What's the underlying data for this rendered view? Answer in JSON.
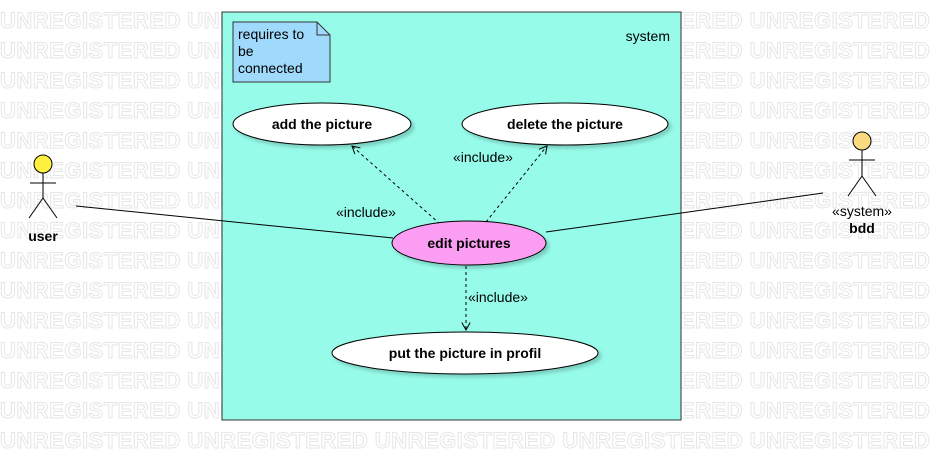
{
  "watermark": "UNREGISTERED UNREGISTERED UNREGISTERED UNREGISTERED UNREGISTERED",
  "system": {
    "label": "system",
    "fill": "#96fbe9"
  },
  "note": {
    "lines": [
      "requires to",
      "be",
      "connected"
    ],
    "fill": "#9fd9fb"
  },
  "use_cases": {
    "add": "add the picture",
    "delete": "delete the picture",
    "edit": "edit pictures",
    "put": "put the picture in profil"
  },
  "relations": {
    "include_add": "«include»",
    "include_delete": "«include»",
    "include_put": "«include»"
  },
  "actors": {
    "user": {
      "name": "user",
      "fill": "#fdf03e"
    },
    "bdd": {
      "stereotype": "«system»",
      "name": "bdd",
      "fill": "#fadb81"
    }
  },
  "colors": {
    "edit_fill": "#fb9df3",
    "usecase_fill": "#ffffff"
  }
}
